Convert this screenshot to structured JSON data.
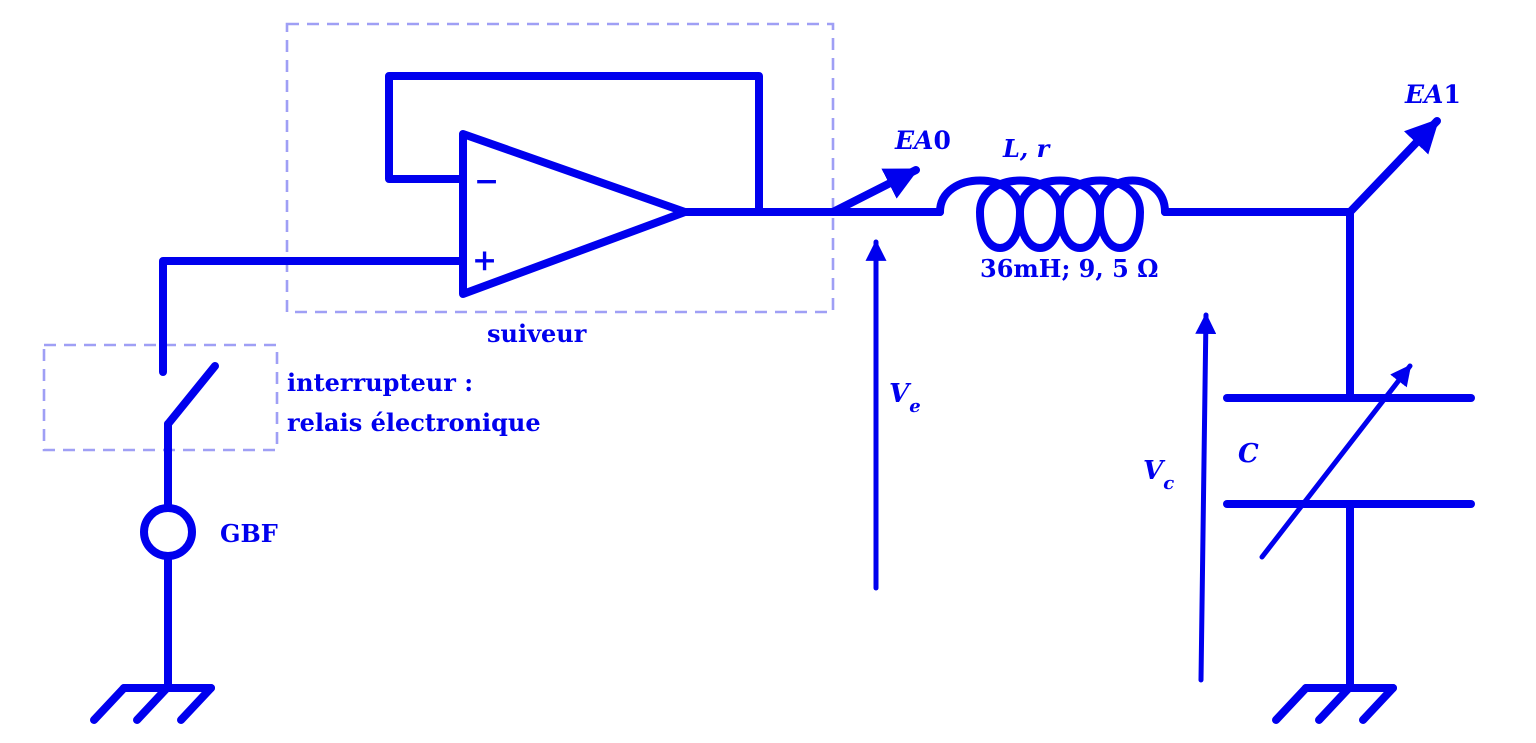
{
  "labels": {
    "follower": "suiveur",
    "switch_line1": "interrupteur :",
    "switch_line2": "relais électronique",
    "generator": "GBF",
    "ea0_main": "EA",
    "ea0_index": "0",
    "ea1_main": "EA",
    "ea1_index": "1",
    "coil_name": "L, r",
    "coil_value": "36mH; 9, 5 Ω",
    "input_voltage": "V",
    "input_voltage_sub": "e",
    "cap_voltage": "V",
    "cap_voltage_sub": "c",
    "capacitor": "C",
    "opamp_minus": "−",
    "opamp_plus": "+"
  },
  "colors": {
    "ink": "#0000ee",
    "dashed_box": "#9f9ff5",
    "background": "#ffffff"
  }
}
